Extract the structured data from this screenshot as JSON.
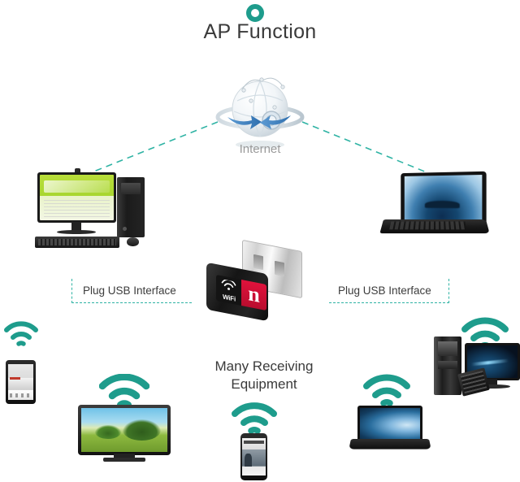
{
  "title": "AP Function",
  "title_icon": "teal-ring-icon",
  "internet": {
    "label": "Internet",
    "icon": "globe-icon"
  },
  "callouts": {
    "left_label": "Plug USB Interface",
    "right_label": "Plug USB Interface"
  },
  "center_caption": {
    "line1": "Many Receiving",
    "line2": "Equipment"
  },
  "usb_adapter": {
    "brand_text": "WiFi",
    "standard_letter": "n",
    "wifi_icon": "wifi-signal-icon",
    "label_color": "#e0123c",
    "body_color": "#151515",
    "connector_color": "#d2d2d2"
  },
  "colors": {
    "accent_teal": "#1e9c8c",
    "dash_teal": "#2fb3a4",
    "title_text": "#3a3a3a",
    "internet_label": "#9a9a9a",
    "background": "#ffffff"
  },
  "top_devices": [
    {
      "name": "desktop-computer",
      "position": "top-left",
      "screen": "green-webpage"
    },
    {
      "name": "laptop",
      "position": "top-right",
      "screen": "blue-island-wallpaper"
    }
  ],
  "receiving_devices": [
    {
      "name": "tablet",
      "wifi": true
    },
    {
      "name": "television",
      "wifi": true
    },
    {
      "name": "smartphone",
      "wifi": true
    },
    {
      "name": "laptop",
      "wifi": true
    },
    {
      "name": "desktop-computer",
      "wifi": true
    }
  ]
}
